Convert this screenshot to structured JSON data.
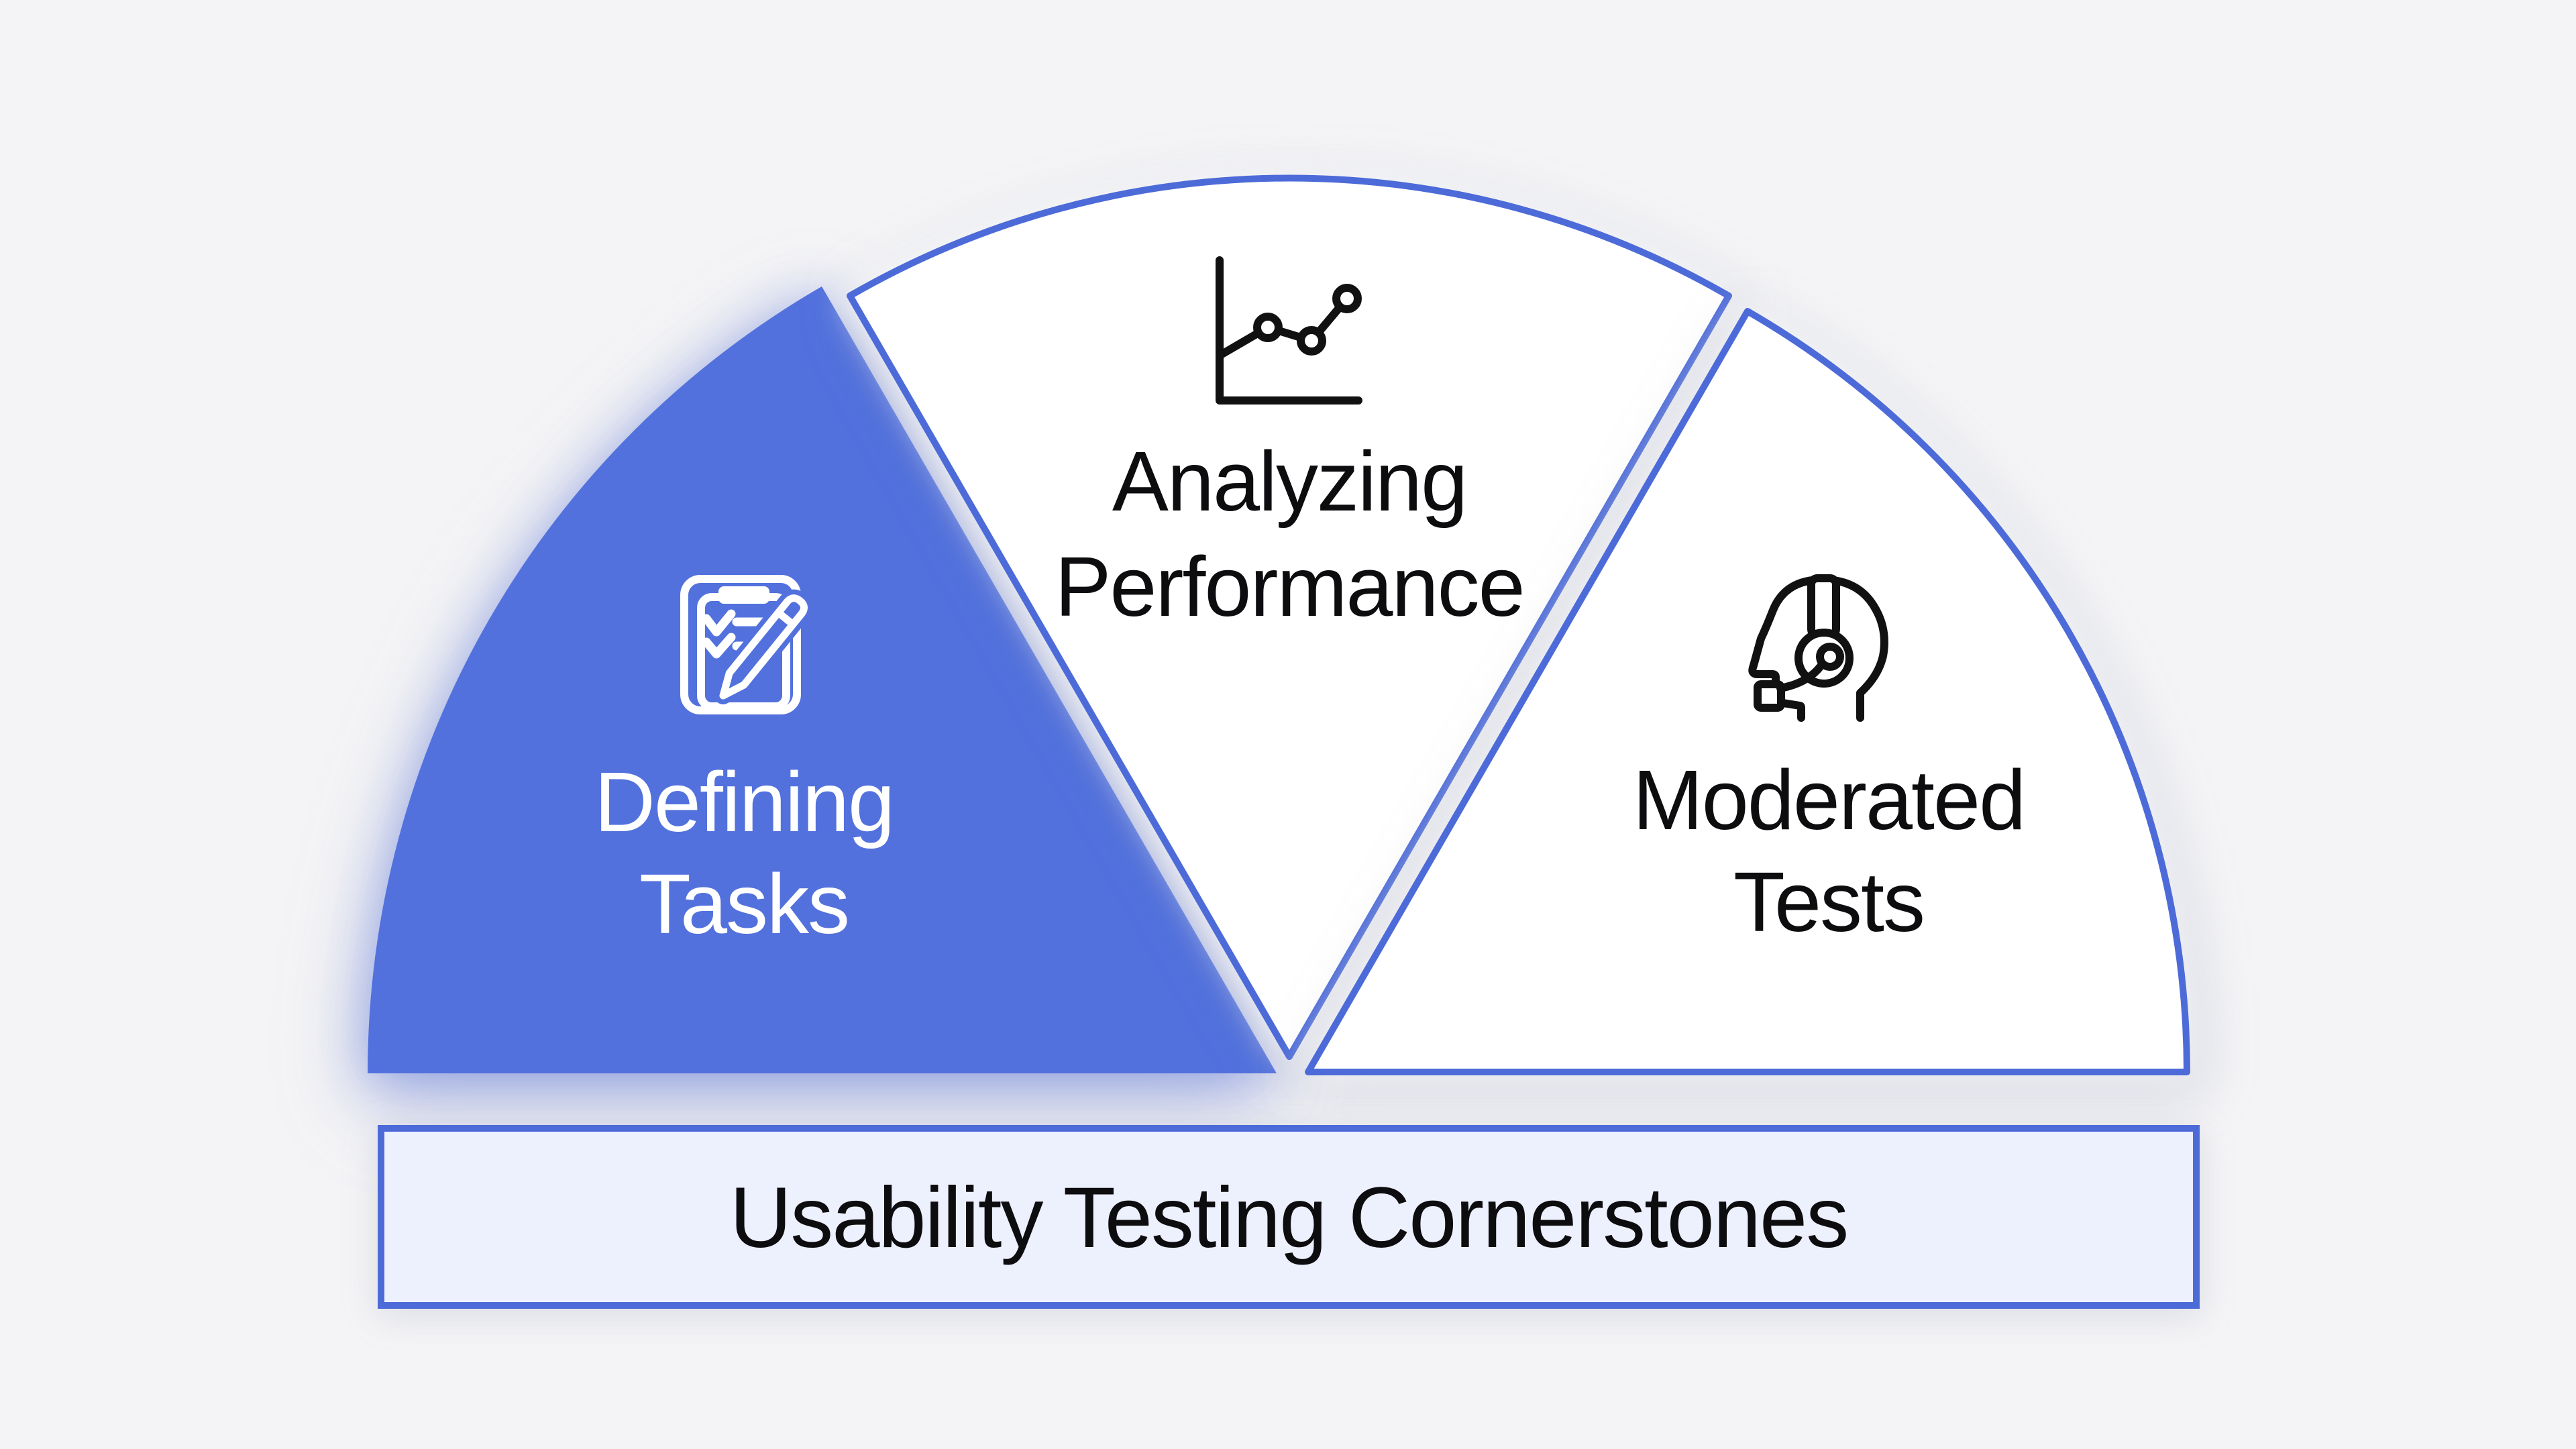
{
  "page": {
    "title": "Usability Testing Cornerstones"
  },
  "colors": {
    "background": "#f4f4f6",
    "accent_blue": "#5271dd",
    "stroke_blue": "#4d6bd8",
    "banner_fill": "#edf0fd",
    "wedge_fill": "#ffffff",
    "text_dark": "#0d0d0f",
    "text_light": "#ffffff",
    "icon_dark": "#111111",
    "icon_light": "#ffffff"
  },
  "wedges": [
    {
      "id": "defining-tasks",
      "label_line1": "Defining",
      "label_line2": "Tasks",
      "icon": "clipboard-checklist-pencil-icon",
      "active": true
    },
    {
      "id": "analyzing-performance",
      "label_line1": "Analyzing",
      "label_line2": "Performance",
      "icon": "line-chart-icon",
      "active": false
    },
    {
      "id": "moderated-tests",
      "label_line1": "Moderated",
      "label_line2": "Tests",
      "icon": "headset-agent-icon",
      "active": false
    }
  ],
  "banner": {
    "label": "Usability Testing Cornerstones"
  }
}
